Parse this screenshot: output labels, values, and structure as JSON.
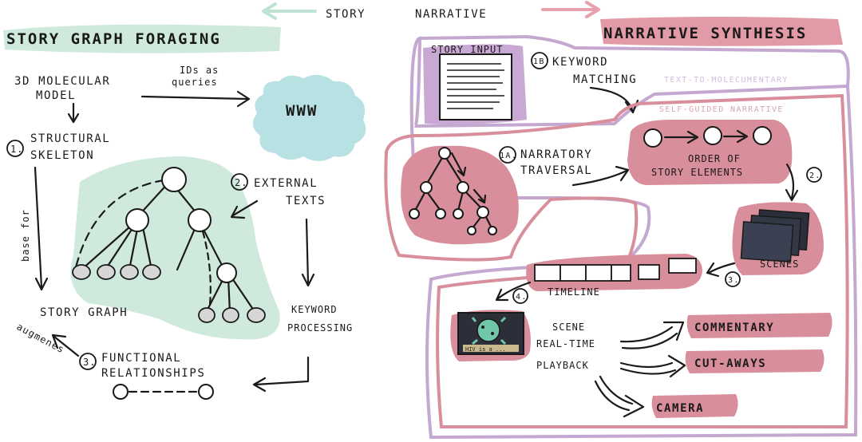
{
  "header": {
    "story_label": "STORY",
    "narrative_label": "NARRATIVE"
  },
  "left": {
    "title": "STORY GRAPH FORAGING",
    "molecular_model_line1": "3D MOLECULAR",
    "molecular_model_line2": "MODEL",
    "ids_line1": "IDs as",
    "ids_line2": "queries",
    "www": "WWW",
    "step1_num": "1.",
    "structural_line1": "STRUCTURAL",
    "structural_line2": "SKELETON",
    "base_for": "base for",
    "step2_num": "2.",
    "external_line1": "EXTERNAL",
    "external_line2": "TEXTS",
    "story_graph": "STORY GRAPH",
    "keyword_line1": "KEYWORD",
    "keyword_line2": "PROCESSING",
    "augments": "augmenes",
    "step3_num": "3.",
    "functional_line1": "FUNCTIONAL",
    "functional_line2": "RELATIONSHIPS"
  },
  "right": {
    "title": "NARRATIVE SYNTHESIS",
    "story_input": "STORY INPUT",
    "step1b_num": "1B",
    "keyword_matching_line1": "KEYWORD",
    "keyword_matching_line2": "MATCHING",
    "text_to_molecumentary": "TEXT-TO-MOLECUMENTARY",
    "self_guided": "SELF-GUIDED NARRATIVE",
    "step1a_num": "1A.",
    "narratory_line1": "NARRATORY",
    "narratory_line2": "TRAVERSAL",
    "order_line1": "ORDER OF",
    "order_line2": "STORY ELEMENTS",
    "step2_num": "2.",
    "scenes": "SCENES",
    "step3_num": "3.",
    "timeline": "TIMELINE",
    "step4_num": "4.",
    "screen_caption": "HIV is a ...",
    "scene_line1": "SCENE",
    "scene_line2": "REAL-TIME",
    "scene_line3": "PLAYBACK",
    "commentary": "COMMENTARY",
    "cutaways": "CUT-AWAYS",
    "camera": "CAMERA"
  },
  "colors": {
    "green": "#cfe9dc",
    "pink": "#d98e9b",
    "pink_light": "#e9b9c2",
    "purple": "#c4a8cf",
    "cyan": "#b8e1e3"
  }
}
